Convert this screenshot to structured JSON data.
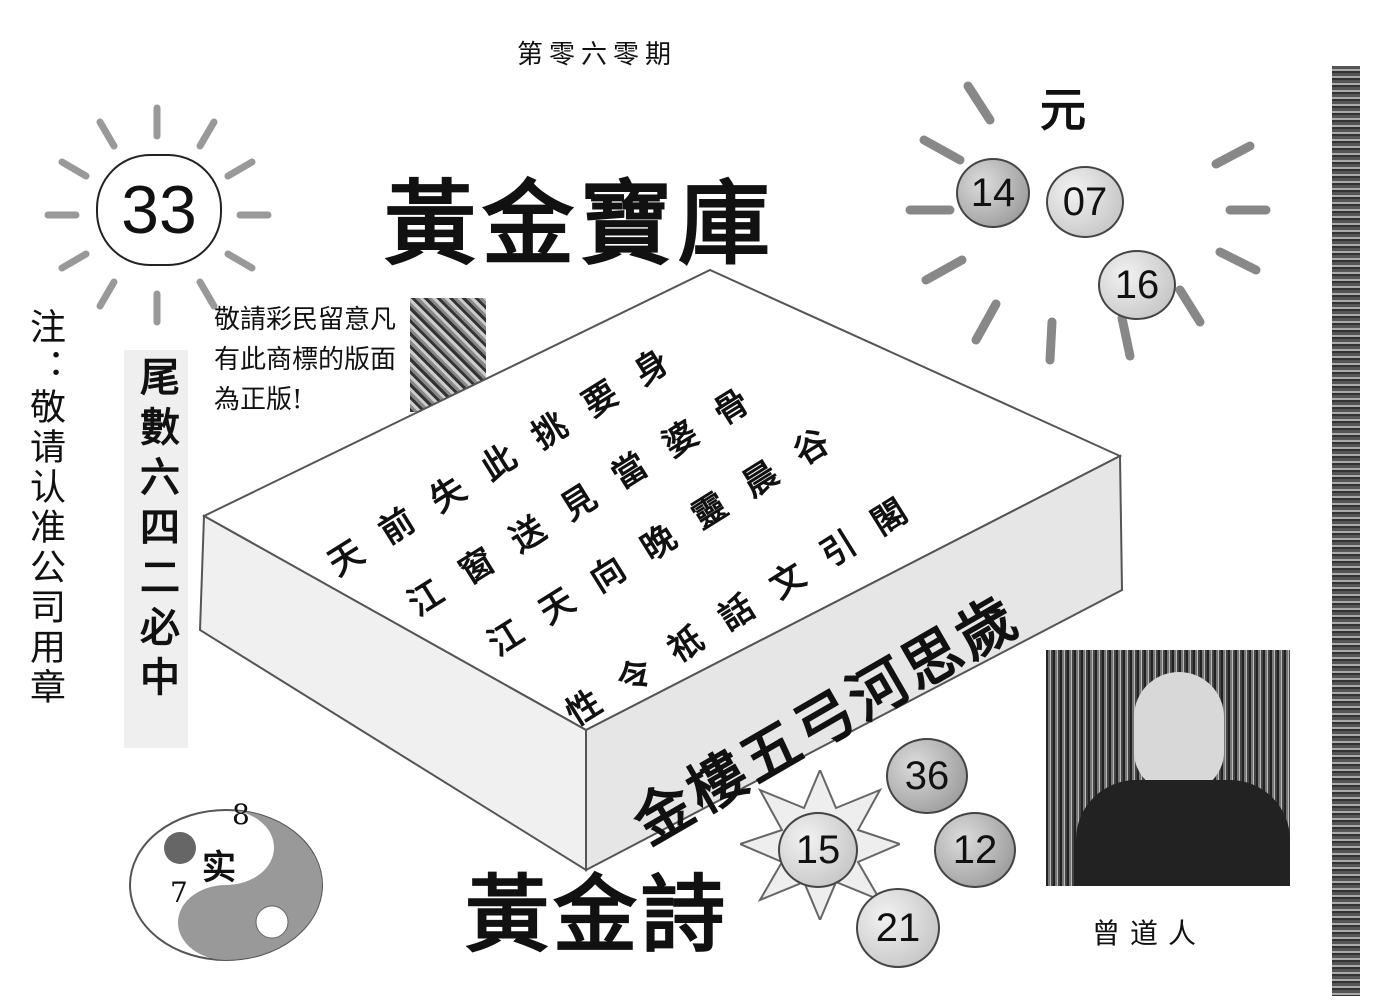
{
  "header": {
    "period": "第零六零期"
  },
  "title": {
    "main": "黃金寶庫",
    "poem": "黃金詩"
  },
  "issue_number": "33",
  "top_right": {
    "label": "元",
    "balls": [
      "14",
      "07",
      "16"
    ]
  },
  "bottom_balls": [
    "36",
    "15",
    "12",
    "21"
  ],
  "note_left": "注：敬请认准公司用章",
  "tail_numbers": "尾數六四二必中",
  "auth_note": "敬請彩民留意凡有此商標的版面為正版!",
  "poem_lines": [
    "天前失此挑要身",
    "江窗送見當婆骨",
    "江天向晚靈晨谷",
    "性令祇話文引閣"
  ],
  "golden_line": "金樓五弓河思歲",
  "yinyang": {
    "top_num": "8",
    "mid_char": "实",
    "bottom_num": "7"
  },
  "author": "曾道人"
}
